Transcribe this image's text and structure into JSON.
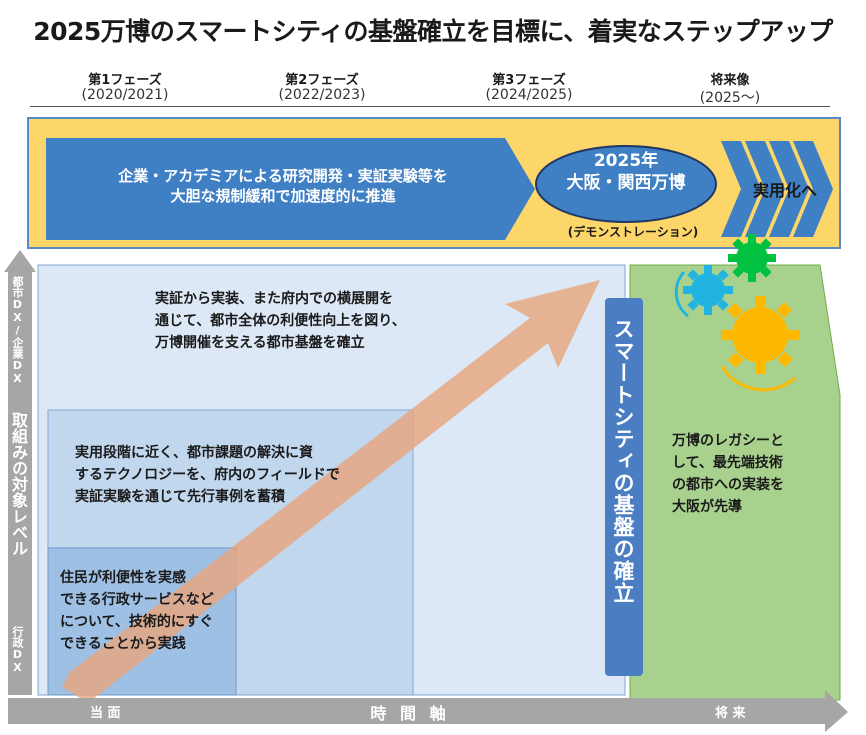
{
  "title": "2025万博のスマートシティの基盤確立を目標に、着実なステップアップ",
  "phases": [
    {
      "name": "第1フェーズ",
      "years": "(2020/2021)"
    },
    {
      "name": "第2フェーズ",
      "years": "(2022/2023)"
    },
    {
      "name": "第3フェーズ",
      "years": "(2024/2025)"
    },
    {
      "name": "将来像",
      "years": "(2025〜)"
    }
  ],
  "top_band": {
    "arrow_text_line1": "企業・アカデミアによる研究開発・実証実験等を",
    "arrow_text_line2": "大胆な規制緩和で加速度的に推進",
    "expo_line1": "2025年",
    "expo_line2": "大阪・関西万博",
    "demo_label": "(デモンストレーション)",
    "practical_label": "実用化へ"
  },
  "y_axis": {
    "top_label": "都市DX/企業DX",
    "main_label": "取組みの対象レベル",
    "bottom_label": "行政DX"
  },
  "levels": {
    "city_line1": "実証から実装、また府内での横展開を",
    "city_line2": "通じて、都市全体の利便性向上を図り、",
    "city_line3": "万博開催を支える都市基盤を確立",
    "tech_line1": "実用段階に近く、都市課題の解決に資",
    "tech_line2": "するテクノロジーを、府内のフィールドで",
    "tech_line3": "実証実験を通じて先行事例を蓄積",
    "admin_line1": "住民が利便性を実感",
    "admin_line2": "できる行政サービスなど",
    "admin_line3": "について、技術的にすぐ",
    "admin_line4": "できることから実践"
  },
  "foundation_label": "スマートシティの基盤の確立",
  "future": {
    "line1": "万博のレガシーと",
    "line2": "して、最先端技術",
    "line3": "の都市への実装を",
    "line4": "大阪が先導"
  },
  "x_axis": {
    "left_label": "当 面",
    "center_label": "時 間 軸",
    "right_label": "将 来"
  },
  "colors": {
    "yellow_band": "#fdd66a",
    "blue_arrow": "#3f7fc4",
    "light_blue": "#dce8f5",
    "mid_blue": "#c1d7ee",
    "dark_blue_box": "#9ec0e4",
    "orange_arrow": "#e9a47c",
    "green_panel": "#a9d18e",
    "foundation_blue": "#4a7dc1",
    "gray_axis": "#a6a6a6",
    "gear_green": "#00c140",
    "gear_cyan": "#22b4e0",
    "gear_orange": "#ffb800"
  }
}
